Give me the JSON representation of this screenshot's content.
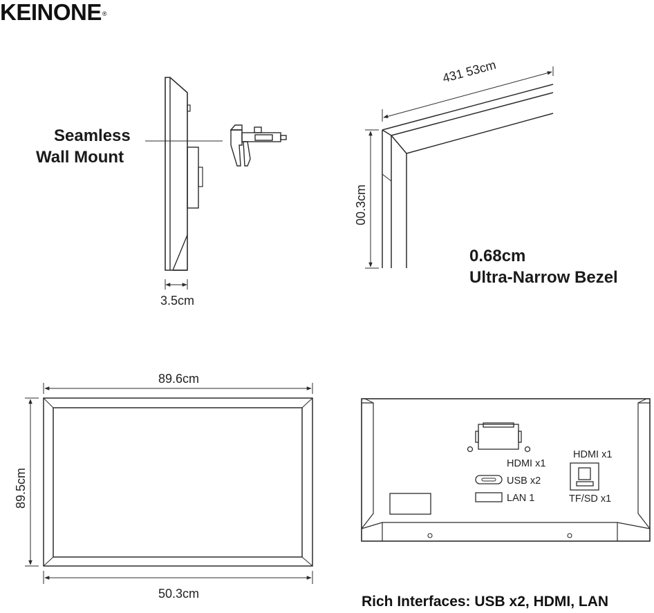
{
  "brand": {
    "name": "KEINONE",
    "mark": "®"
  },
  "side_view": {
    "feature_line1": "Seamless",
    "feature_line2": "Wall Mount",
    "depth_label": "3.5cm"
  },
  "corner_view": {
    "width_label": "431 53cm",
    "height_label": "00.3cm",
    "feature_line1": "0.68cm",
    "feature_line2": "Ultra-Narrow Bezel"
  },
  "front_view": {
    "top_width_label": "89.6cm",
    "height_label": "89.5cm",
    "bottom_width_label": "50.3cm"
  },
  "rear_view": {
    "ports": {
      "hdmi_left": "HDMI x1",
      "usb": "USB x2",
      "lan": "LAN 1",
      "hdmi_right": "HDMI x1",
      "tfsd": "TF/SD x1"
    },
    "caption": "Rich Interfaces: USB x2, HDMI, LAN"
  },
  "colors": {
    "line": "#2b2b2b",
    "text": "#1a1a1a",
    "background": "#ffffff"
  }
}
